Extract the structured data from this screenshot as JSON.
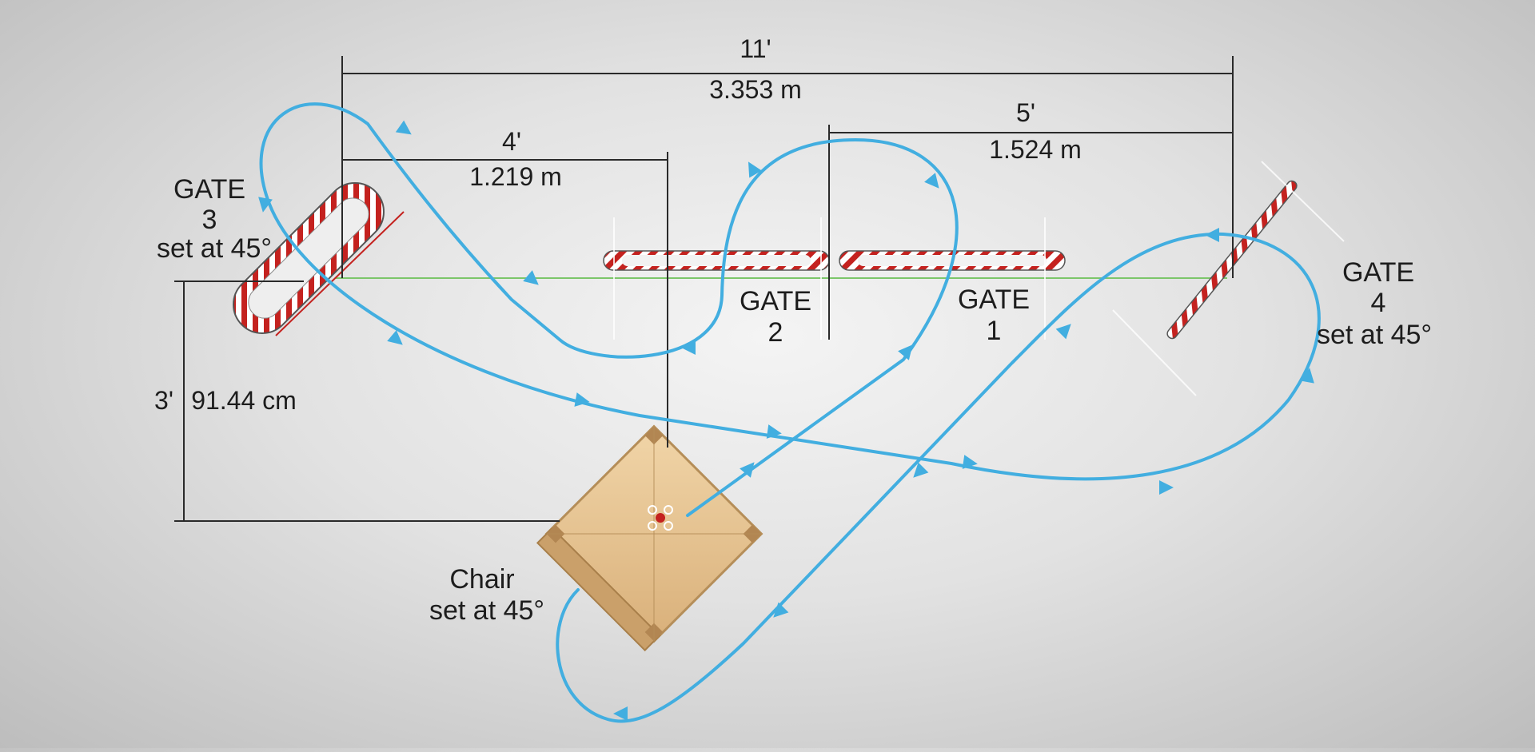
{
  "dimensions": {
    "total_width": {
      "imperial": "11'",
      "metric": "3.353 m"
    },
    "gate3_to_gate2": {
      "imperial": "4'",
      "metric": "1.219 m"
    },
    "gate1_to_gate4": {
      "imperial": "5'",
      "metric": "1.524 m"
    },
    "depth": {
      "imperial": "3'",
      "metric": "91.44 cm"
    }
  },
  "gates": {
    "gate1": {
      "line1": "GATE",
      "line2": "1"
    },
    "gate2": {
      "line1": "GATE",
      "line2": "2"
    },
    "gate3": {
      "line1": "GATE",
      "line2": "3",
      "line3": "set at 45°"
    },
    "gate4": {
      "line1": "GATE",
      "line2": "4",
      "line3": "set at 45°"
    }
  },
  "chair": {
    "line1": "Chair",
    "line2": "set at 45°"
  },
  "colors": {
    "path": "#42aee0",
    "dimension_line": "#2a2a2a",
    "gate_red": "#c4221f",
    "gate_white": "#ffffff",
    "centerline": "#7cc66a",
    "chair_wood": "#e8c596"
  }
}
